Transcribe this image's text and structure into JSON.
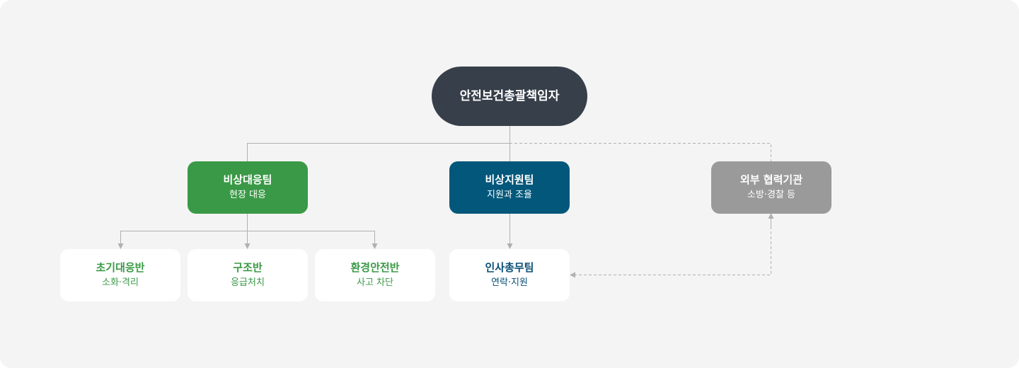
{
  "root": {
    "title": "안전보건총괄책임자"
  },
  "teams": [
    {
      "title": "비상대응팀",
      "subtitle": "현장 대응",
      "color": "#3a9946"
    },
    {
      "title": "비상지원팀",
      "subtitle": "지원과 조율",
      "color": "#02577b"
    },
    {
      "title": "외부 협력기관",
      "subtitle": "소방·경찰 등",
      "color": "#9a9a9a"
    }
  ],
  "units": [
    {
      "title": "초기대응반",
      "subtitle": "소화·격리",
      "color": "#3a9946"
    },
    {
      "title": "구조반",
      "subtitle": "응급처치",
      "color": "#3a9946"
    },
    {
      "title": "환경안전반",
      "subtitle": "사고 차단",
      "color": "#3a9946"
    },
    {
      "title": "인사총무팀",
      "subtitle": "연락·지원",
      "color": "#0a4f75"
    }
  ]
}
